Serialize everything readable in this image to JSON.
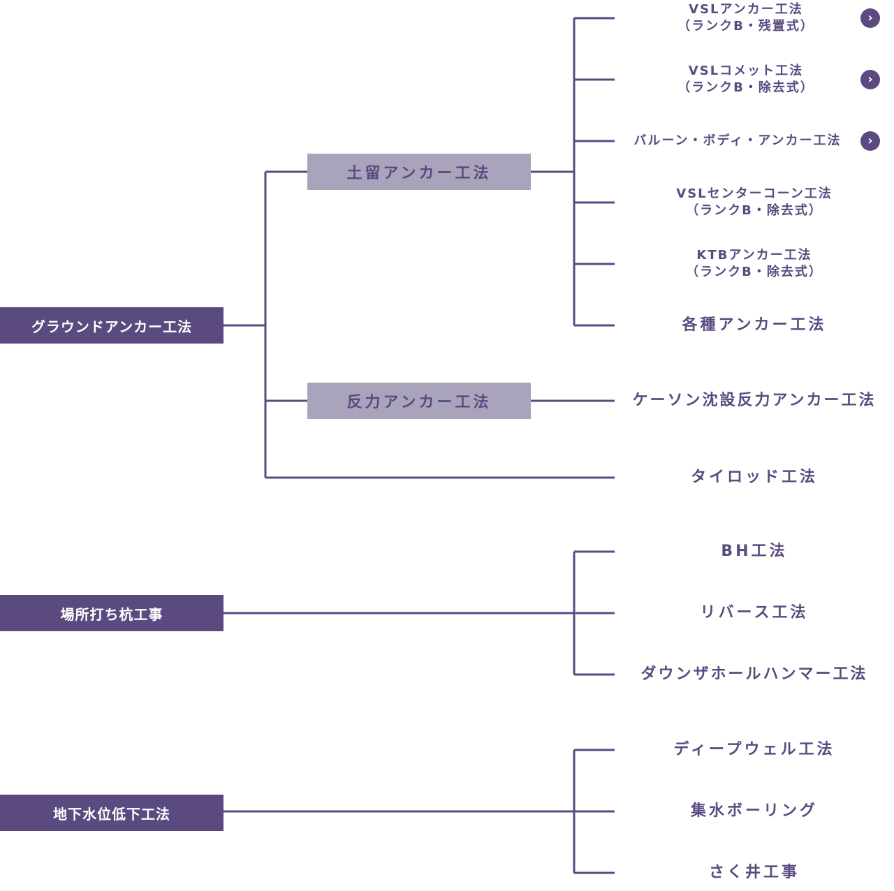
{
  "categories": [
    {
      "label": "グラウンドアンカー工法"
    },
    {
      "label": "場所打ち杭工事"
    },
    {
      "label": "地下水位低下工法"
    }
  ],
  "subcategories": [
    {
      "label": "土留アンカー工法"
    },
    {
      "label": "反力アンカー工法"
    }
  ],
  "methods": [
    {
      "line1": "VSLアンカー工法",
      "line2": "（ランクB・残置式）",
      "icon": "chevron-right-icon"
    },
    {
      "line1": "VSLコメット工法",
      "line2": "（ランクB・除去式）",
      "icon": "chevron-right-icon"
    },
    {
      "line1": "バルーン・ボディ・アンカー工法",
      "line2": "",
      "icon": "chevron-right-icon"
    },
    {
      "line1": "VSLセンターコーン工法",
      "line2": "（ランクB・除去式）"
    },
    {
      "line1": "KTBアンカー工法",
      "line2": "（ランクB・除去式）"
    },
    {
      "line1": "各種アンカー工法",
      "line2": ""
    },
    {
      "line1": "ケーソン沈設反力アンカー工法",
      "line2": ""
    },
    {
      "line1": "タイロッド工法",
      "line2": ""
    },
    {
      "line1": "BH工法",
      "line2": ""
    },
    {
      "line1": "リバース工法",
      "line2": ""
    },
    {
      "line1": "ダウンザホールハンマー工法",
      "line2": ""
    },
    {
      "line1": "ディープウェル工法",
      "line2": ""
    },
    {
      "line1": "集水ボーリング",
      "line2": ""
    },
    {
      "line1": "さく井工事",
      "line2": ""
    }
  ],
  "colors": {
    "primary": "#5a4a80",
    "secondary": "#a9a4bc",
    "text_on_primary": "#ffffff"
  },
  "arrow_glyph": "›"
}
